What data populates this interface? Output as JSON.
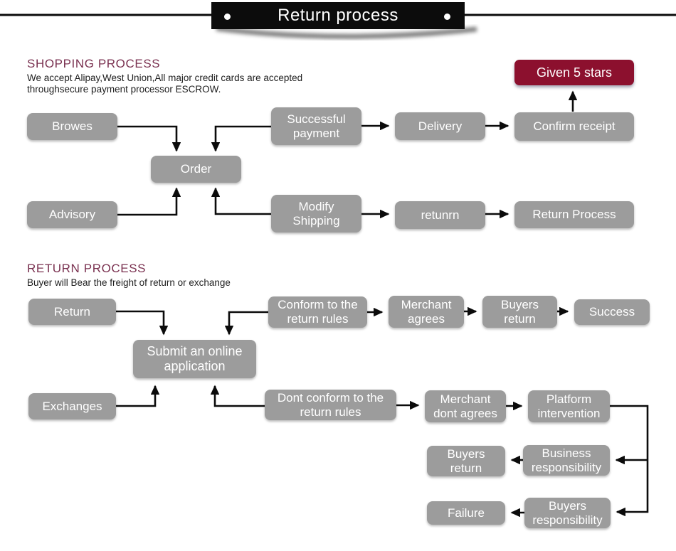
{
  "title": {
    "label": "Return process"
  },
  "colors": {
    "box_gray": "#9c9c9c",
    "accent_maroon": "#8c102e",
    "heading_plum": "#7a3150",
    "ribbon_black": "#0c0c0c",
    "arrow_black": "#0b0b0b"
  },
  "shopping": {
    "heading": "SHOPPING PROCESS",
    "subtext": "We accept Alipay,West Union,All major credit cards are accepted throughsecure payment processor ESCROW.",
    "nodes": {
      "browes": "Browes",
      "order": "Order",
      "advisory": "Advisory",
      "successful_payment": "Successful\npayment",
      "delivery": "Delivery",
      "confirm_receipt": "Confirm receipt",
      "given_5_stars": "Given 5 stars",
      "modify_shipping": "Modify\nShipping",
      "retunrn": "retunrn",
      "return_process": "Return Process"
    }
  },
  "return": {
    "heading": "RETURN PROCESS",
    "subtext": "Buyer will Bear the freight of return or exchange",
    "nodes": {
      "return": "Return",
      "conform_rules": "Conform to the\nreturn rules",
      "merchant_agrees": "Merchant\nagrees",
      "buyers_return_top": "Buyers\nreturn",
      "success": "Success",
      "submit_application": "Submit an online\napplication",
      "exchanges": "Exchanges",
      "dont_conform_rules": "Dont conform to the\nreturn rules",
      "merchant_dont_agrees": "Merchant\ndont agrees",
      "platform_intervention": "Platform\nintervention",
      "buyers_return_bottom": "Buyers\nreturn",
      "business_responsibility": "Business\nresponsibility",
      "failure": "Failure",
      "buyers_responsibility": "Buyers\nresponsibility"
    }
  }
}
